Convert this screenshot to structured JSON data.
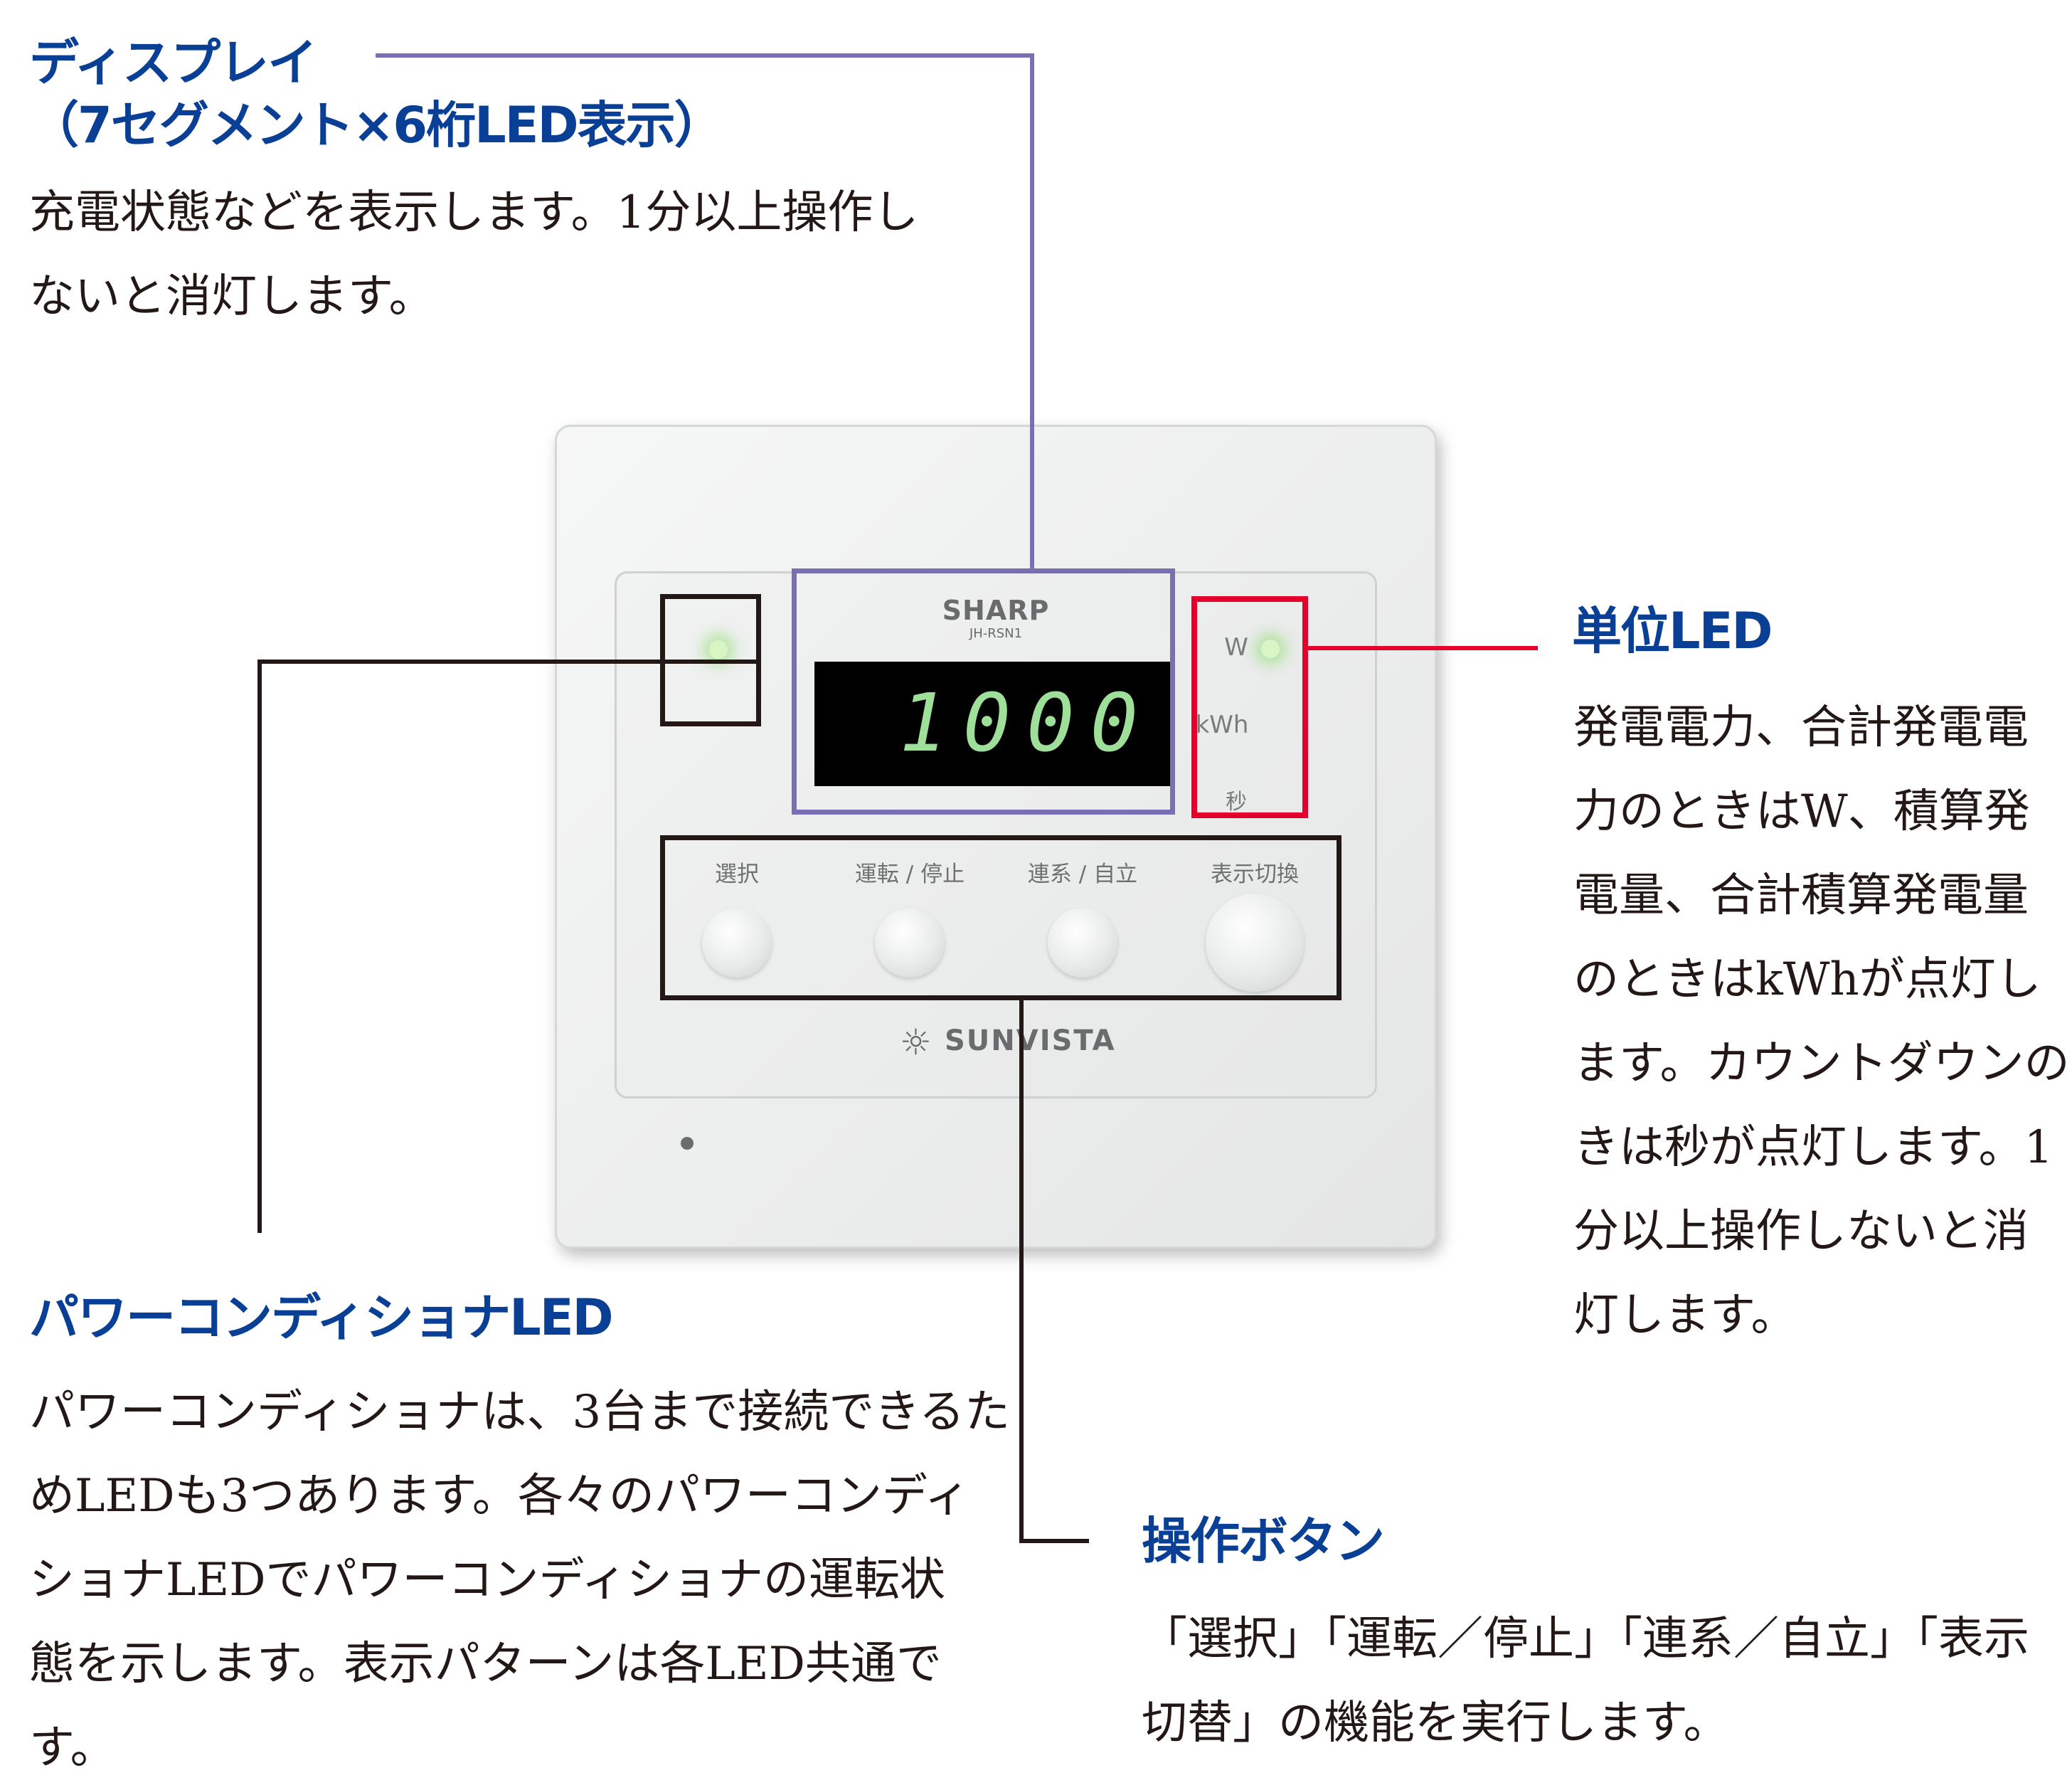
{
  "colors": {
    "heading": "#0a3f96",
    "display_callout": "#7b6fb3",
    "unit_callout": "#e4002b",
    "black_callout": "#231815",
    "segment": "#9ee09a"
  },
  "display_section": {
    "title_lines": [
      "ディスプレイ",
      "（7セグメント×6桁LED表示）"
    ],
    "body_lines": [
      "充電状態などを表示します。1分以上操作し",
      "ないと消灯します。"
    ]
  },
  "unit_led_section": {
    "title": "単位LED",
    "body_lines": [
      "発電電力、合計発電電",
      "力のときはW、積算発",
      "電量、合計積算発電量",
      "のときはkWhが点灯し",
      "ます。カウントダウンのと",
      "きは秒が点灯します。1",
      "分以上操作しないと消",
      "灯します。"
    ]
  },
  "pcs_led_section": {
    "title": "パワーコンディショナLED",
    "body_lines": [
      "パワーコンディショナは、3台まで接続できるた",
      "めLEDも3つあります。各々のパワーコンディ",
      "ショナLEDでパワーコンディショナの運転状",
      "態を示します。表示パターンは各LED共通で",
      "す。"
    ]
  },
  "buttons_section": {
    "title": "操作ボタン",
    "body_lines": [
      "「選択」「運転／停止」「連系／自立」「表示",
      "切替」の機能を実行します。"
    ]
  },
  "device": {
    "brand": "SHARP",
    "model": "JH-RSN1",
    "display_value": "1000",
    "units": [
      "W",
      "kWh",
      "秒"
    ],
    "buttons": [
      "選択",
      "運転 / 停止",
      "連系 / 自立",
      "表示切換"
    ],
    "logo": "SUNVISTA"
  }
}
